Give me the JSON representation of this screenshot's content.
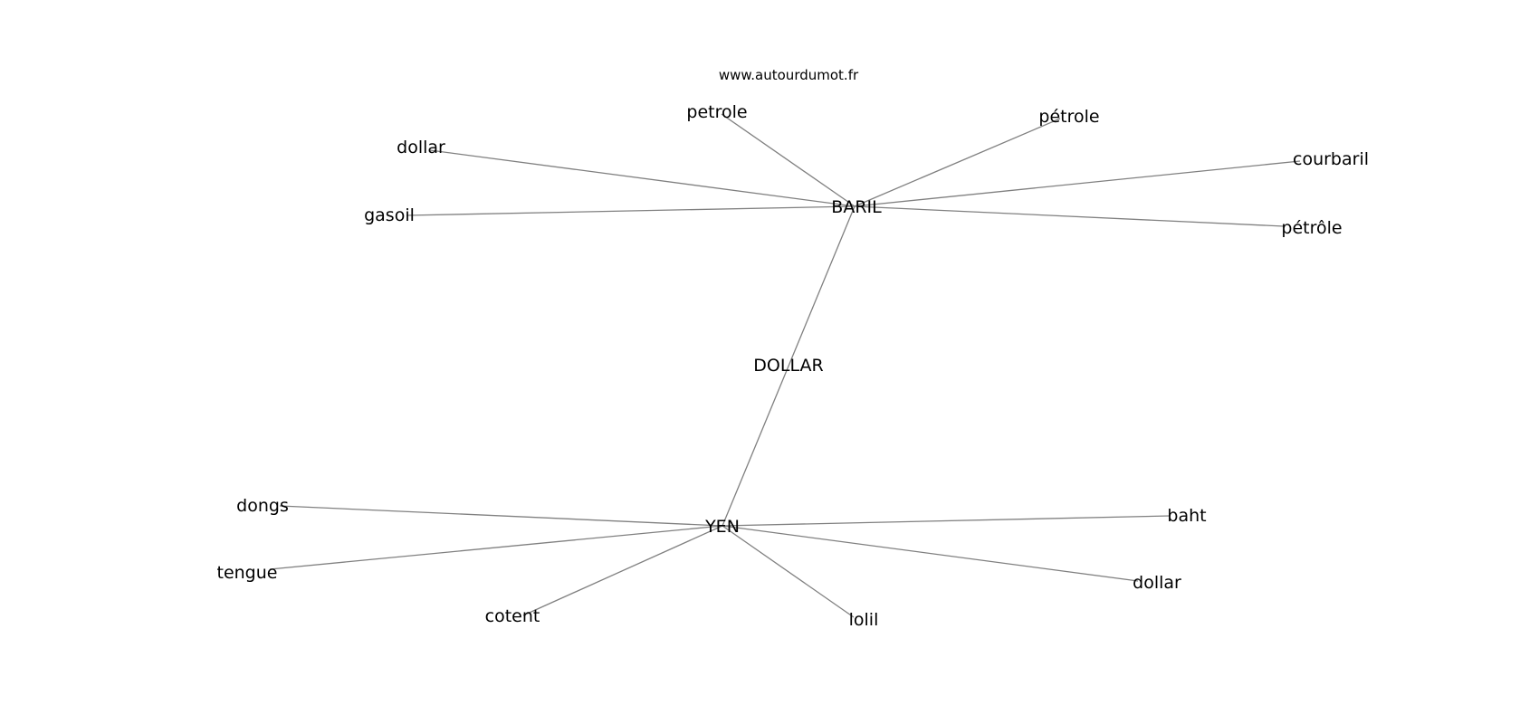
{
  "source": "www.autourdumot.fr",
  "nodes": {
    "dollar_center": "DOLLAR",
    "baril": "BARIL",
    "yen": "YEN",
    "petrole": "petrole",
    "petrole_accent": "pétrole",
    "dollar_left": "dollar",
    "courbaril": "courbaril",
    "gasoil": "gasoil",
    "petrole_circ": "pétrôle",
    "dongs": "dongs",
    "tengue": "tengue",
    "cotent": "cotent",
    "lolil": "lolil",
    "baht": "baht",
    "dollar_right": "dollar"
  },
  "edges": [
    [
      "baril",
      "petrole"
    ],
    [
      "baril",
      "petrole_accent"
    ],
    [
      "baril",
      "dollar_left"
    ],
    [
      "baril",
      "courbaril"
    ],
    [
      "baril",
      "gasoil"
    ],
    [
      "baril",
      "petrole_circ"
    ],
    [
      "baril",
      "yen"
    ],
    [
      "yen",
      "dongs"
    ],
    [
      "yen",
      "tengue"
    ],
    [
      "yen",
      "cotent"
    ],
    [
      "yen",
      "lolil"
    ],
    [
      "yen",
      "baht"
    ],
    [
      "yen",
      "dollar_right"
    ]
  ]
}
